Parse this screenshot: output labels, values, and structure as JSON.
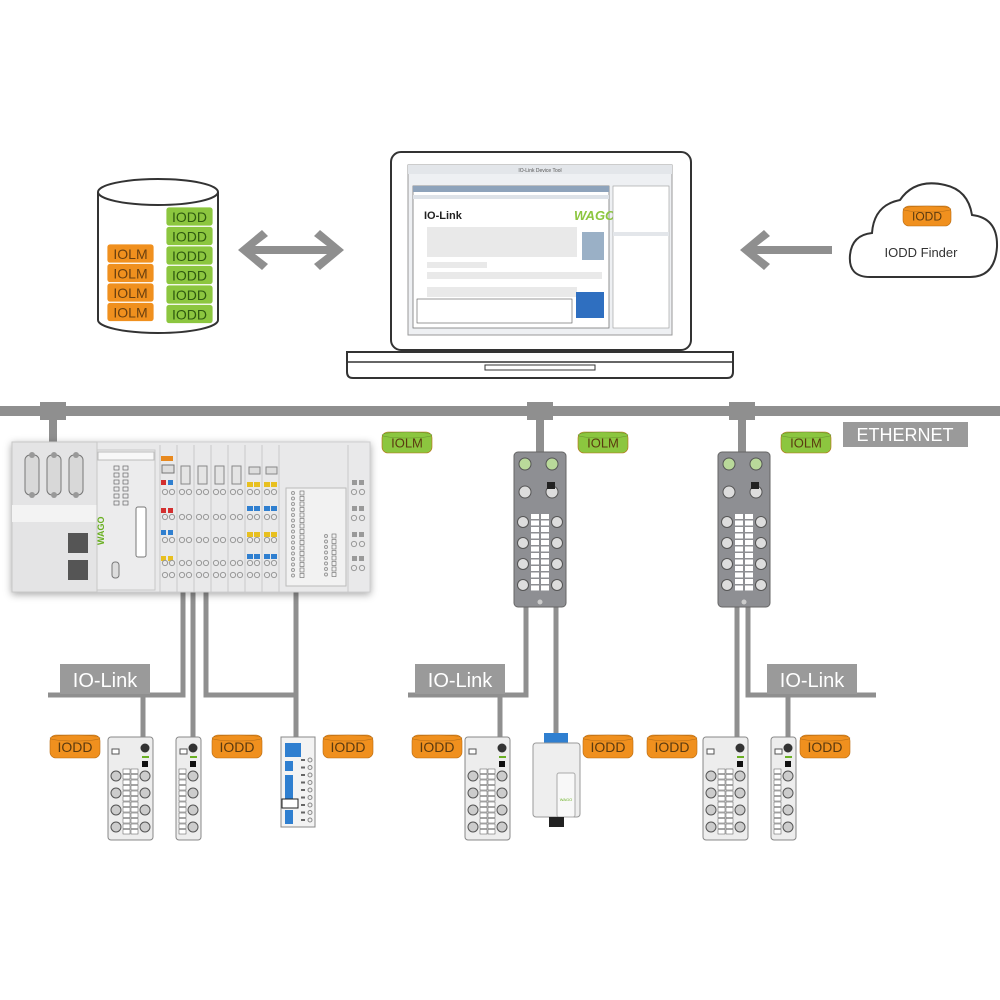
{
  "colors": {
    "orange": "#f0901e",
    "green": "#8cc63f",
    "line": "#8f8f8f",
    "label_bg": "#9a9a9a",
    "device": "#ededed",
    "module": "#8e8f93",
    "wago_green": "#6ab023",
    "blue": "#2f7fd0"
  },
  "database": {
    "iolm_items": [
      "IOLM",
      "IOLM",
      "IOLM",
      "IOLM"
    ],
    "iodd_items": [
      "IODD",
      "IODD",
      "IODD",
      "IODD",
      "IODD",
      "IODD"
    ]
  },
  "cloud": {
    "badge": "IODD",
    "label": "IODD Finder"
  },
  "laptop": {
    "app_title": "IO-Link Device Tool",
    "brand_left": "IO-Link",
    "brand_right": "WAGO"
  },
  "network": {
    "ethernet_label": "ETHERNET",
    "iolm_badges": [
      "IOLM",
      "IOLM",
      "IOLM"
    ],
    "iolink_labels": [
      "IO-Link",
      "IO-Link",
      "IO-Link"
    ]
  },
  "devices": {
    "iodd_badges": [
      "IODD",
      "IODD",
      "IODD",
      "IODD",
      "IODD",
      "IODD",
      "IODD"
    ]
  }
}
